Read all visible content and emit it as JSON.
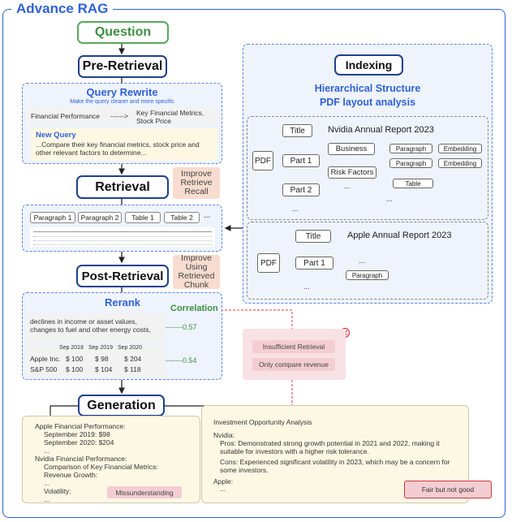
{
  "title": "Advance RAG",
  "left": {
    "question": "Question",
    "pre_retrieval": "Pre-Retrieval",
    "query_rewrite": {
      "title": "Query Rewrite",
      "subtitle": "Make the query clearer and more specific",
      "from": "Financial Performance",
      "arrow": "------>",
      "to": "Key Financial Metrics, Stock Price",
      "new_query_label": "New Query",
      "new_query_text": "...Compare their key financial metrics, stock price and other relevant factors to determine..."
    },
    "retrieval": "Retrieval",
    "improve_recall": "Improve Retrieve Recall",
    "chunks": [
      "Paragraph 1",
      "Paragraph 2",
      "Table 1",
      "Table 2"
    ],
    "chunks_more": "...",
    "post_retrieval": "Post-Retrieval",
    "improve_chunk": "Improve Using Retrieved Chunk",
    "rerank": {
      "title": "Rerank",
      "correlation": "Correlation",
      "text1": "declines in income or asset values, changes to fuel and other energy costs,",
      "score1": "-------0.57",
      "headers": [
        "",
        "Sep 2018",
        "Sep 2019",
        "Sep 2020"
      ],
      "rows": [
        [
          "Apple Inc.",
          "$ 100",
          "$ 98",
          "$ 204"
        ],
        [
          "S&P 500",
          "$ 100",
          "$ 104",
          "$ 118"
        ]
      ],
      "score2": "-------0.54"
    },
    "generation": "Generation"
  },
  "indexing": {
    "title": "Indexing",
    "subtitle1": "Hierarchical Structure",
    "subtitle2": "PDF layout analysis",
    "tree1": {
      "pdf": "PDF",
      "title": "Title",
      "doc": "Nvidia Annual Report 2023",
      "part1": "Part 1",
      "part2": "Part 2",
      "business": "Business",
      "risk": "Risk Factors",
      "para1": "Paragraph",
      "para2": "Paragraph",
      "emb1": "Embedding",
      "emb2": "Embedding",
      "table": "Table",
      "dots1": "...",
      "dots2": "...",
      "dots3": "..."
    },
    "tree2": {
      "pdf": "PDF",
      "title": "Title",
      "doc": "Apple Annual Report 2023",
      "part1": "Part 1",
      "para": "Paragraph",
      "dots1": "...",
      "dots2": "..."
    }
  },
  "failure": {
    "insufficient": "Insufficient Retrieval",
    "only_revenue": "Only compare revenue"
  },
  "output_left": {
    "lines": [
      "Apple Financial Performance:",
      "September 2019: $98",
      "September 2020: $204",
      "...",
      "Nvidia Financial Performance:",
      "Comparison of Key Financial Metrics:",
      "Revenue Growth:",
      "...",
      "Volatility:",
      "..."
    ],
    "badge": "Missunderstanding"
  },
  "output_right": {
    "title": "Investment Opportunity Analysis",
    "nvidia": "Nvidia:",
    "pros": "Pros: Demonstrated strong growth potential in 2021 and 2022, making it suitable for investors with a higher risk tolerance.",
    "cons": "Cons: Experienced significant volatility in 2023, which may be a concern for some investors.",
    "apple": "Apple:",
    "apple_dots": "...",
    "badge": "Fair but not good"
  },
  "colors": {
    "accent": "#2f62d6",
    "green": "#3f8f43",
    "red": "#d9363e",
    "peach": "#f8dccf"
  }
}
